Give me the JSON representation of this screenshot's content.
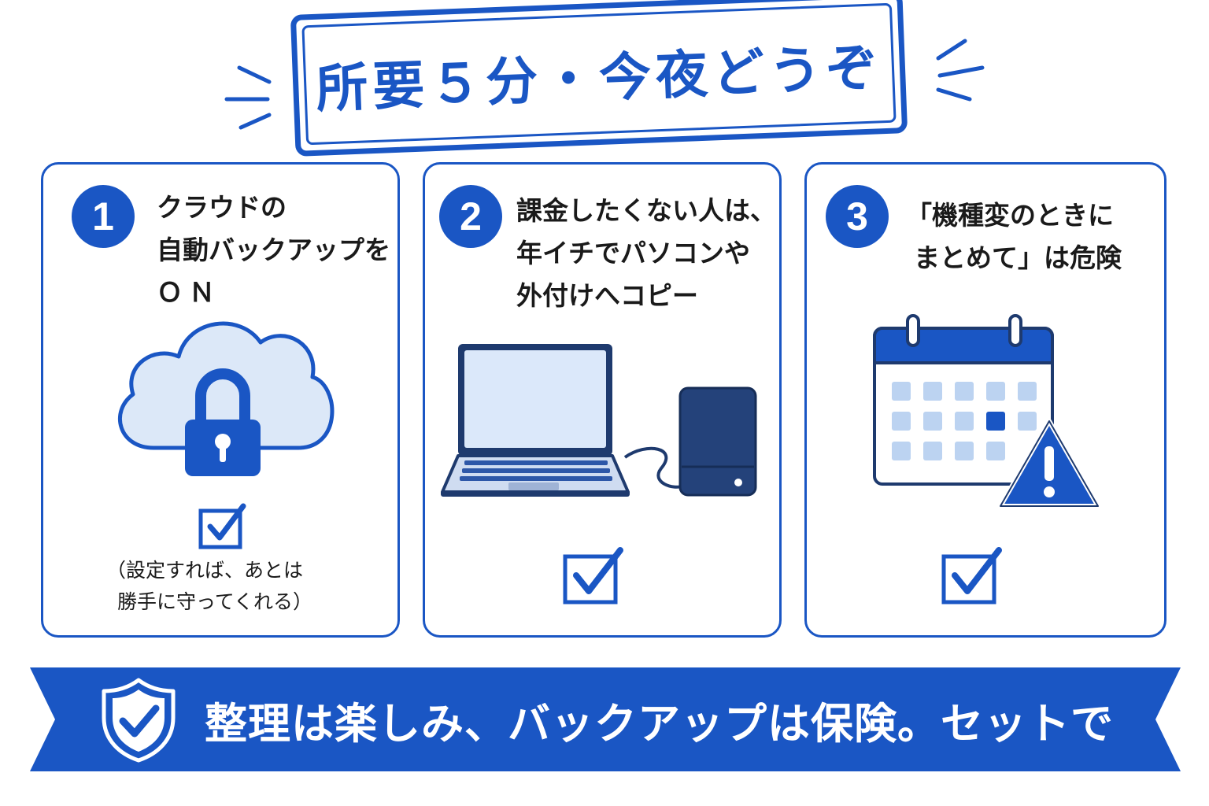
{
  "header": {
    "stamp_title": "所要５分・今夜どうぞ",
    "color": "#1a56c4"
  },
  "cards": [
    {
      "number": "1",
      "title_lines": [
        "クラウドの",
        "自動バックアップを",
        "ＯＮ"
      ],
      "illustration": "cloud-lock-icon",
      "note_lines": [
        "（設定すれば、あとは",
        "勝手に守ってくれる）"
      ],
      "checked": true
    },
    {
      "number": "2",
      "title_lines": [
        "課金したくない人は、",
        "年イチでパソコンや",
        "外付けへコピー"
      ],
      "illustration": "laptop-external-drive-icon",
      "checked": true
    },
    {
      "number": "3",
      "title_lines": [
        "「機種変のときに",
        "まとめて」は危険"
      ],
      "illustration": "calendar-warning-icon",
      "checked": true
    }
  ],
  "banner": {
    "icon": "shield-check-icon",
    "text": "整理は楽しみ、バックアップは保険。セットで",
    "color": "#1a56c4"
  }
}
